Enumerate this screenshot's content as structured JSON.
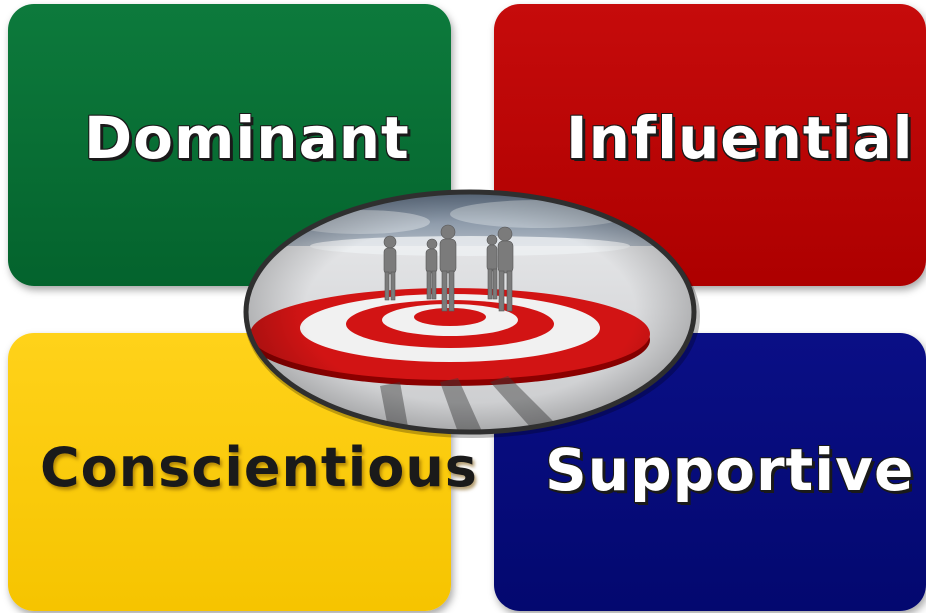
{
  "quadrants": {
    "dominant": {
      "label": "Dominant",
      "color": "#04632d"
    },
    "influential": {
      "label": "Influential",
      "color": "#ad0000"
    },
    "conscientious": {
      "label": "Conscientious",
      "color": "#f6c400"
    },
    "supportive": {
      "label": "Supportive",
      "color": "#03086f"
    }
  },
  "center_image": {
    "icon": "target-with-people-icon"
  }
}
